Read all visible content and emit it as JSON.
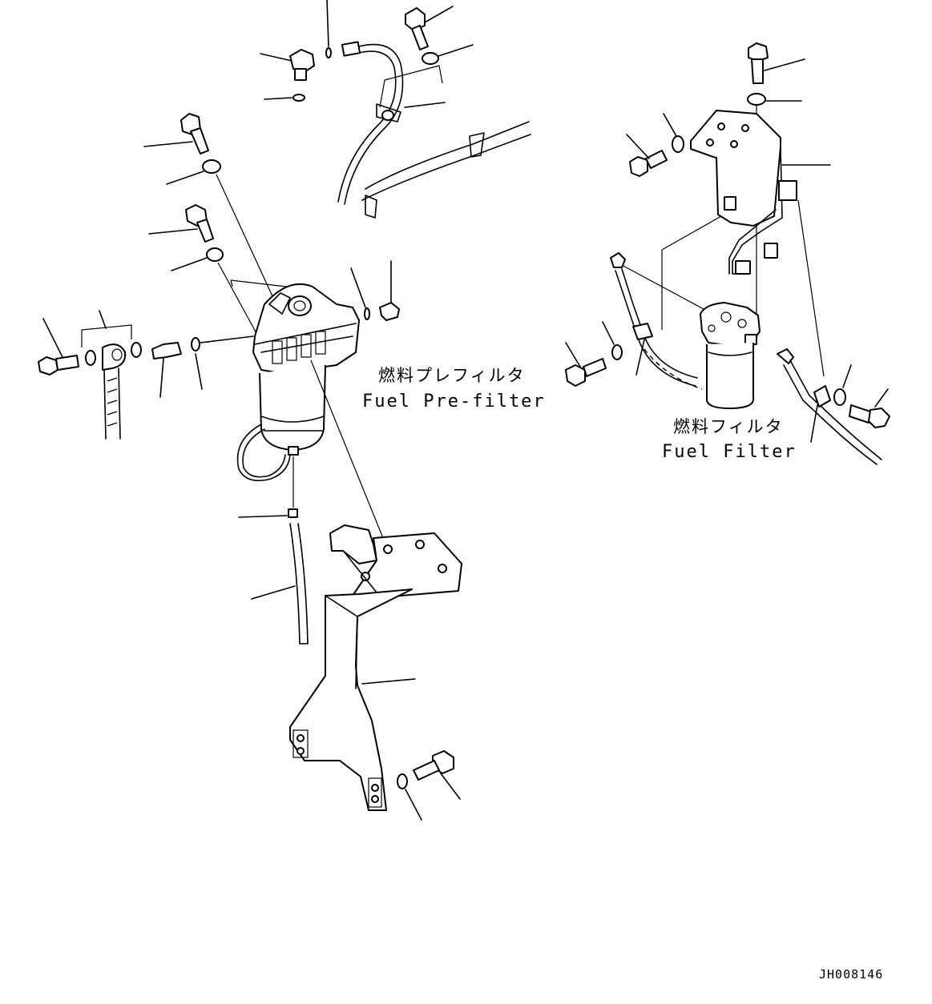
{
  "labels": {
    "prefilter_jp": "燃料プレフィルタ",
    "prefilter_en": "Fuel Pre-filter",
    "filter_jp": "燃料フィルタ",
    "filter_en": "Fuel Filter",
    "drawing_code": "JH008146"
  }
}
